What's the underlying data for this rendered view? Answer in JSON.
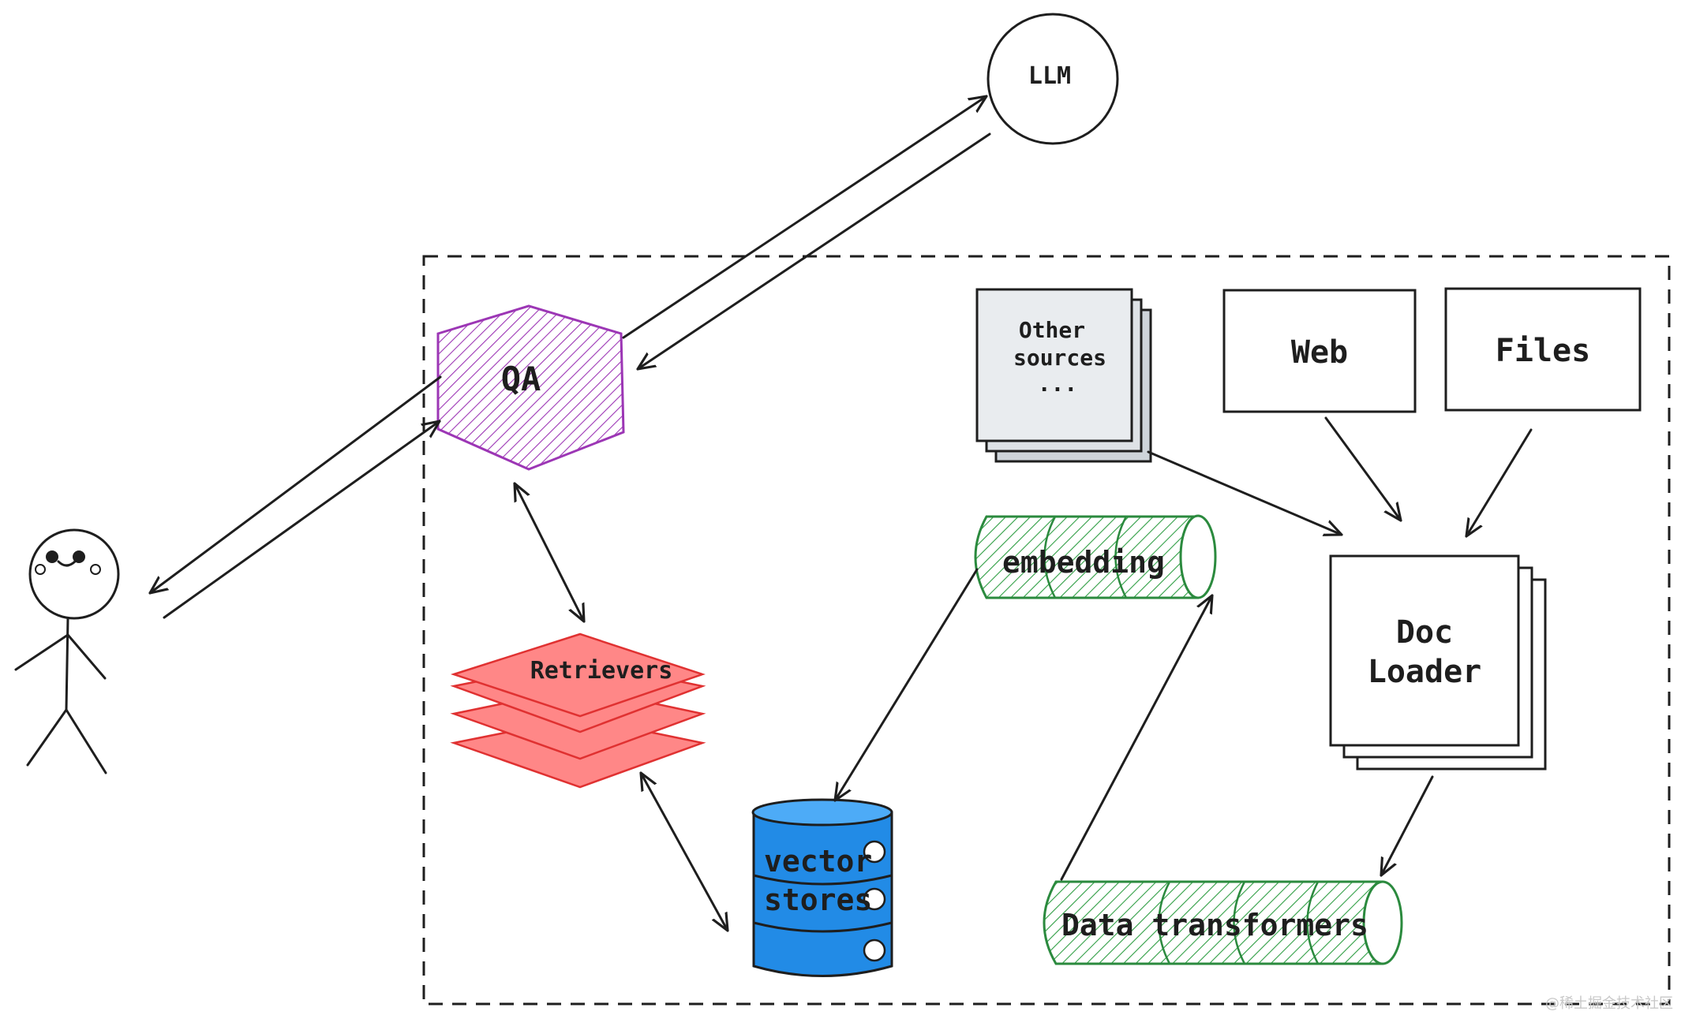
{
  "nodes": {
    "llm": "LLM",
    "qa": "QA",
    "retrievers": "Retrievers",
    "vector_stores": [
      "vector",
      "stores"
    ],
    "embedding": "embedding",
    "data_transformers": "Data transformers",
    "doc_loader": [
      "Doc",
      "Loader"
    ],
    "other_sources": [
      "Other",
      "sources",
      "..."
    ],
    "web": "Web",
    "files": "Files"
  },
  "watermark": "@稀土掘金技术社区",
  "colors": {
    "qa": "#9c36b5",
    "retrievers": "#e03131",
    "retrievers_fill": "#ff8787",
    "vector_stores": "#1971c2",
    "vector_stores_fill": "#228be6",
    "pipeline_green": "#2b8a3e",
    "other_sources_fill": "#e9ecef"
  }
}
